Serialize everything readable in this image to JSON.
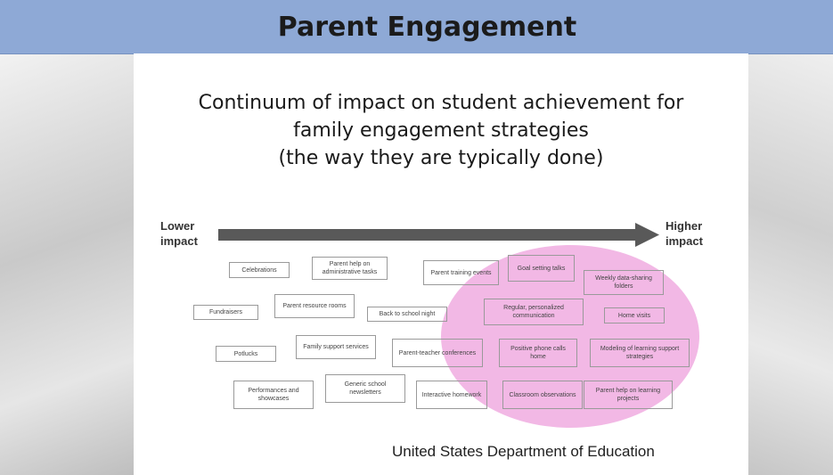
{
  "title": "Parent Engagement",
  "subtitle": {
    "line1": "Continuum of impact on student achievement for",
    "line2": "family engagement strategies",
    "line3": "(the way they are typically done)"
  },
  "axis": {
    "low_line1": "Lower",
    "low_line2": "impact",
    "high_line1": "Higher",
    "high_line2": "impact"
  },
  "strategies": [
    "Celebrations",
    "Parent help on administrative tasks",
    "Parent training events",
    "Goal setting talks",
    "Weekly data-sharing folders",
    "Fundraisers",
    "Parent resource rooms",
    "Back to school night",
    "Regular, personalized communication",
    "Home visits",
    "Potlucks",
    "Family support services",
    "Parent-teacher conferences",
    "Positive phone calls home",
    "Modeling of learning support strategies",
    "Performances and showcases",
    "Generic school newsletters",
    "Interactive homework",
    "Classroom observations",
    "Parent help on learning projects"
  ],
  "source": "United States Department of Education",
  "colors": {
    "title_bar": "#8ea9d6",
    "arrow": "#595959",
    "highlight": "#e87dd0"
  }
}
